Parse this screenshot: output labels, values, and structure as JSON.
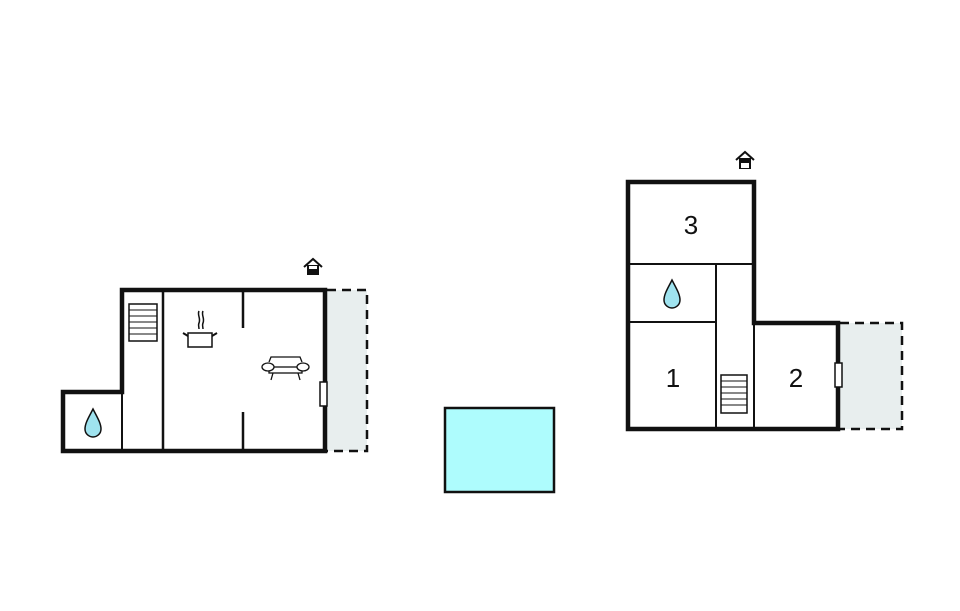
{
  "colors": {
    "wall": "#111111",
    "terrace_fill": "#e8eeee",
    "pool_fill": "#aefcfd",
    "water_fill": "#9fe3ef",
    "background": "#ffffff"
  },
  "ground_floor": {
    "entrance_icon": "house-entrance-icon",
    "rooms": [
      {
        "id": "bathroom",
        "icon": "water-drop-icon"
      },
      {
        "id": "hallway",
        "icon": "stairs-icon"
      },
      {
        "id": "kitchen",
        "icon": "cooking-pot-icon"
      },
      {
        "id": "living-room",
        "icon": "sofa-icon"
      }
    ],
    "terrace": "dashed-terrace-area",
    "door": "door-icon"
  },
  "pool": {
    "label": "",
    "shape": "rectangle"
  },
  "upper_floor": {
    "entrance_icon": "house-entrance-icon",
    "rooms": [
      {
        "id": "bedroom-3",
        "label": "3"
      },
      {
        "id": "bathroom",
        "icon": "water-drop-icon"
      },
      {
        "id": "bedroom-1",
        "label": "1"
      },
      {
        "id": "hallway",
        "icon": "stairs-icon"
      },
      {
        "id": "bedroom-2",
        "label": "2"
      }
    ],
    "terrace": "dashed-terrace-area",
    "door": "door-icon"
  }
}
